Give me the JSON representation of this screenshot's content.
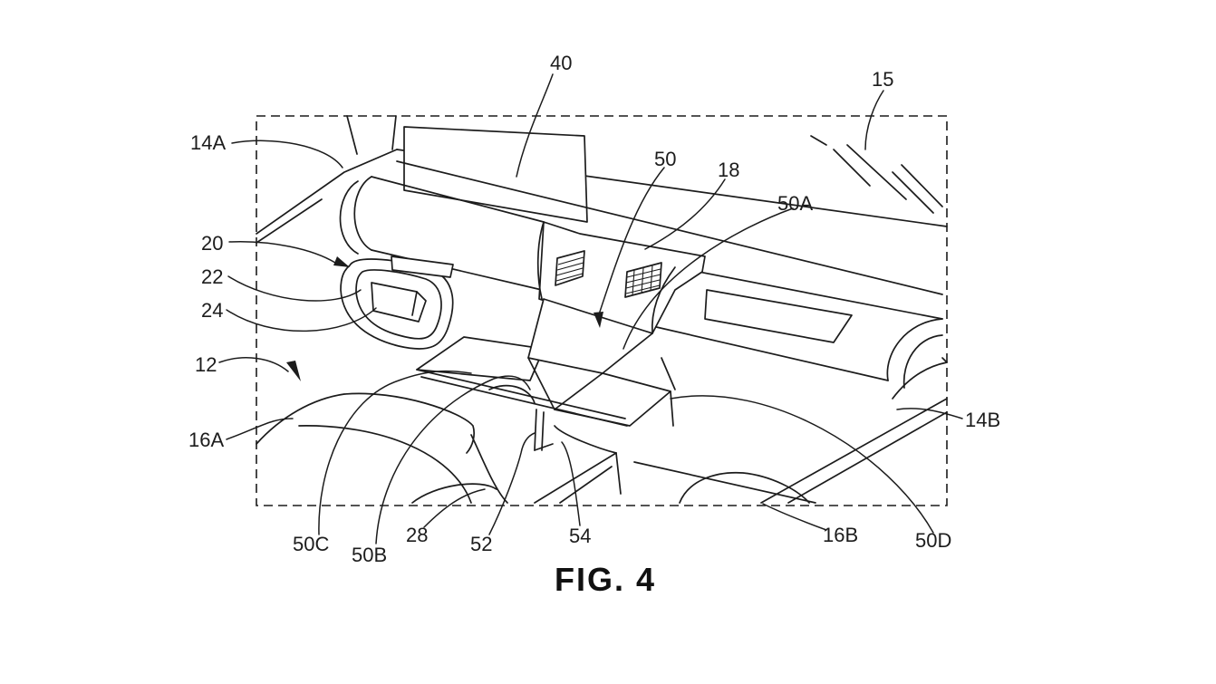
{
  "figure": {
    "caption": "FIG. 4",
    "labels": {
      "l40": "40",
      "l15": "15",
      "l14A": "14A",
      "l50": "50",
      "l18": "18",
      "l50A": "50A",
      "l20": "20",
      "l22": "22",
      "l24": "24",
      "l12": "12",
      "l16A": "16A",
      "l14B": "14B",
      "l50C": "50C",
      "l50B": "50B",
      "l28": "28",
      "l52": "52",
      "l54": "54",
      "l16B": "16B",
      "l50D": "50D"
    }
  }
}
